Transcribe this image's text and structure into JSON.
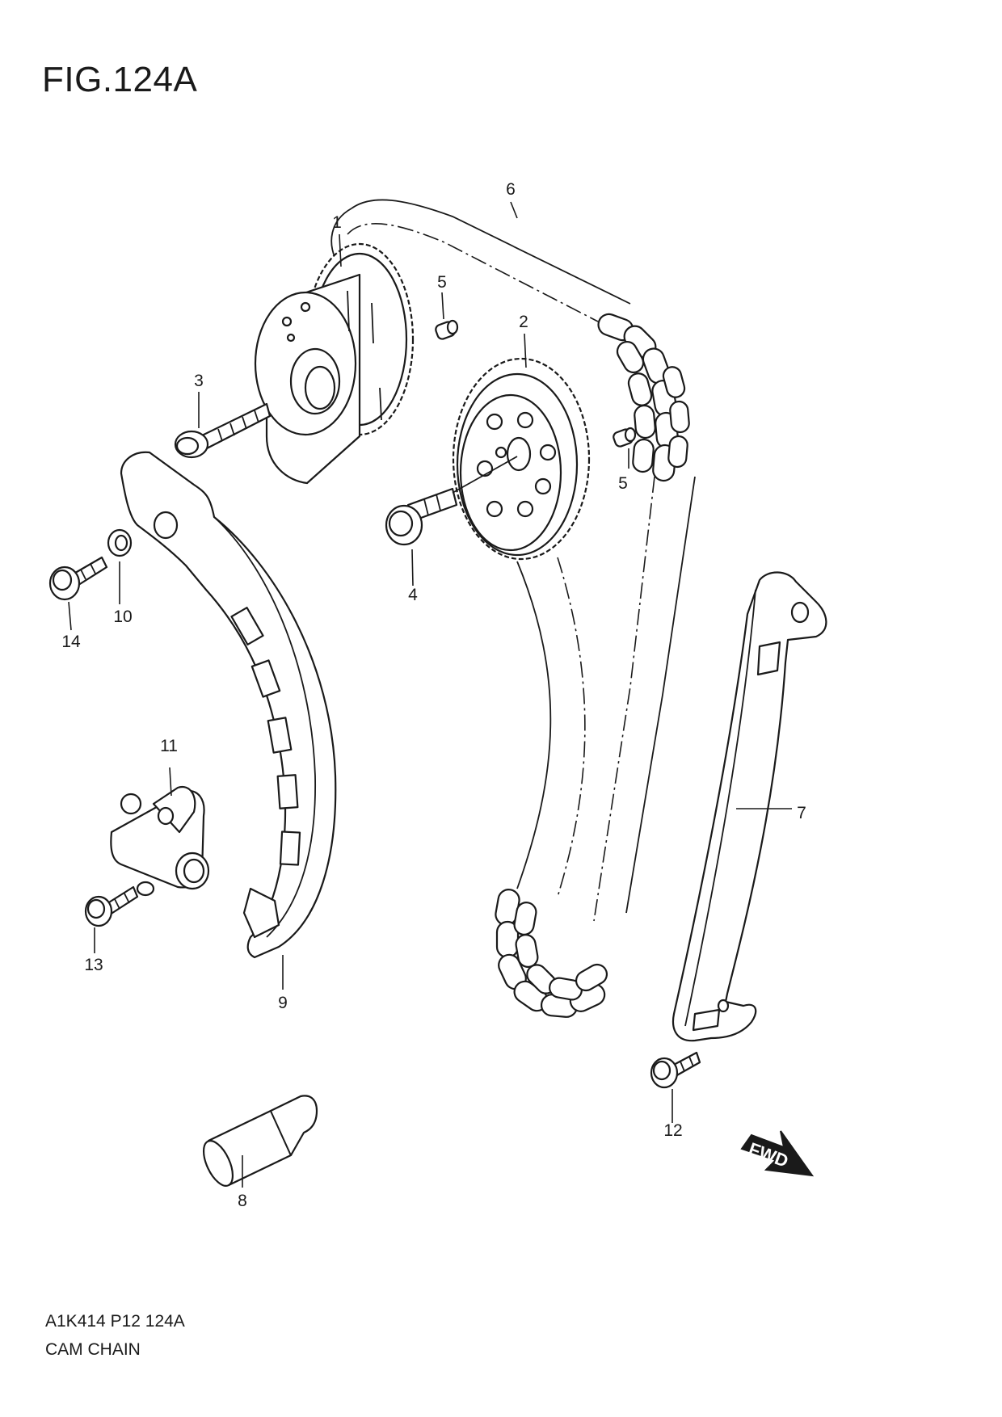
{
  "figure": {
    "title": "FIG.124A"
  },
  "callouts": {
    "c1": "1",
    "c2": "2",
    "c3": "3",
    "c4": "4",
    "c5a": "5",
    "c5b": "5",
    "c6": "6",
    "c7": "7",
    "c8": "8",
    "c9": "9",
    "c10": "10",
    "c11": "11",
    "c12": "12",
    "c13": "13",
    "c14": "14"
  },
  "direction": {
    "label": "FWD"
  },
  "footer": {
    "code": "A1K414 P12 124A",
    "name": "CAM CHAIN"
  }
}
